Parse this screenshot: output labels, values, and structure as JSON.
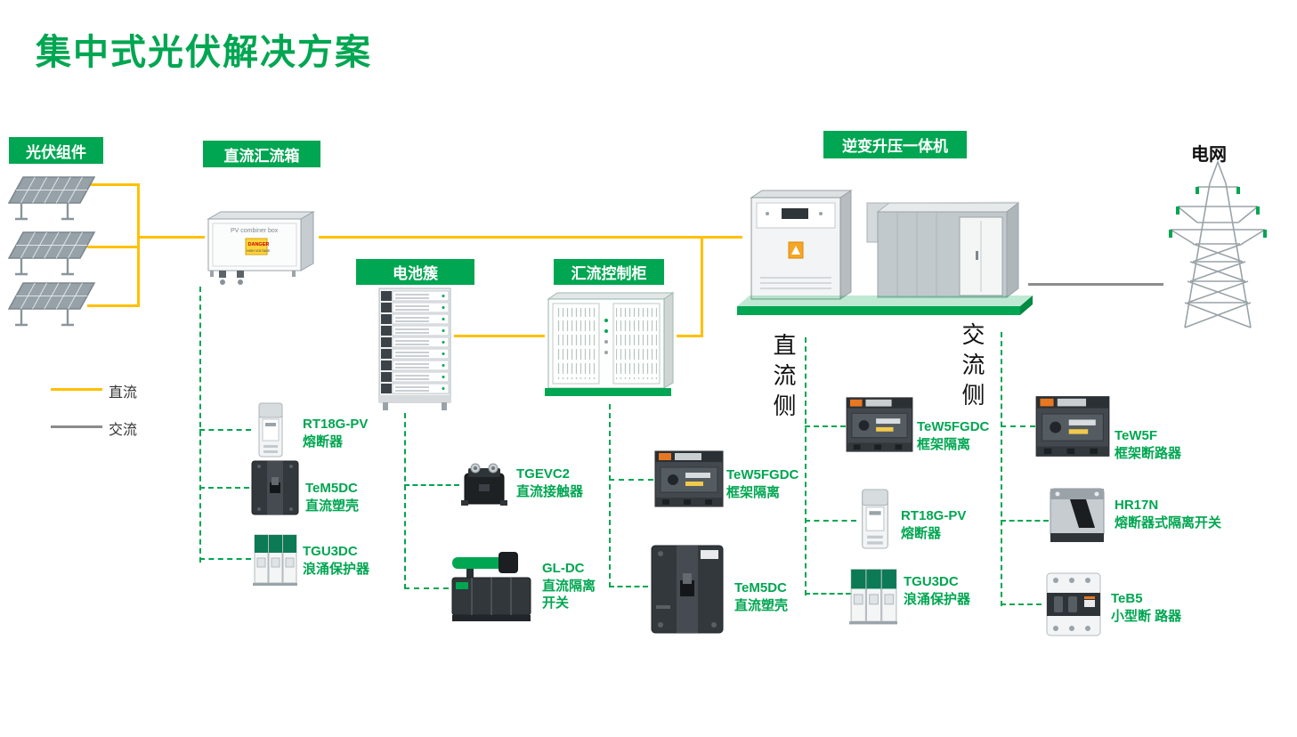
{
  "title": "集中式光伏解决方案",
  "colors": {
    "brand_green": "#00A651",
    "dc_yellow": "#FFC000",
    "ac_gray": "#8C8C8C"
  },
  "nodes": {
    "pv_modules": "光伏组件",
    "dc_combiner_box": "直流汇流箱",
    "battery_cluster": "电池簇",
    "combiner_control_cabinet": "汇流控制柜",
    "inverter_booster": "逆变升压一体机",
    "grid": "电网"
  },
  "side_labels": {
    "dc_side": "直流侧",
    "ac_side": "交流侧"
  },
  "legend": {
    "dc_label": "直流",
    "ac_label": "交流"
  },
  "combiner_box": {
    "caption": "PV combiner box",
    "warning_line1": "DANGER",
    "warning_line2": "HIGH VOLTAGE"
  },
  "components": [
    {
      "model": "RT18G-PV",
      "desc": "熔断器",
      "icon": "fuse-icon"
    },
    {
      "model": "TeM5DC",
      "desc": "直流塑壳",
      "icon": "mccb-icon"
    },
    {
      "model": "TGU3DC",
      "desc": "浪涌保护器",
      "icon": "spd-icon"
    },
    {
      "model": "TGEVC2",
      "desc": "直流接触器",
      "icon": "contactor-icon"
    },
    {
      "model": "GL-DC",
      "desc": "直流隔离\n开关",
      "icon": "disconnector-icon"
    },
    {
      "model": "TeW5FGDC",
      "desc": "框架隔离",
      "icon": "acb-icon"
    },
    {
      "model": "TeM5DC",
      "desc": "直流塑壳",
      "icon": "mccb-icon"
    },
    {
      "model": "TeW5FGDC",
      "desc": "框架隔离",
      "icon": "acb-icon"
    },
    {
      "model": "RT18G-PV",
      "desc": "熔断器",
      "icon": "fuse-icon"
    },
    {
      "model": "TGU3DC",
      "desc": "浪涌保护器",
      "icon": "spd-icon"
    },
    {
      "model": "TeW5F",
      "desc": "框架断路器",
      "icon": "acb-icon"
    },
    {
      "model": "HR17N",
      "desc": "熔断器式隔离开关",
      "icon": "fuse-switch-icon"
    },
    {
      "model": "TeB5",
      "desc": "小型断 路器",
      "icon": "mcb-icon"
    }
  ]
}
